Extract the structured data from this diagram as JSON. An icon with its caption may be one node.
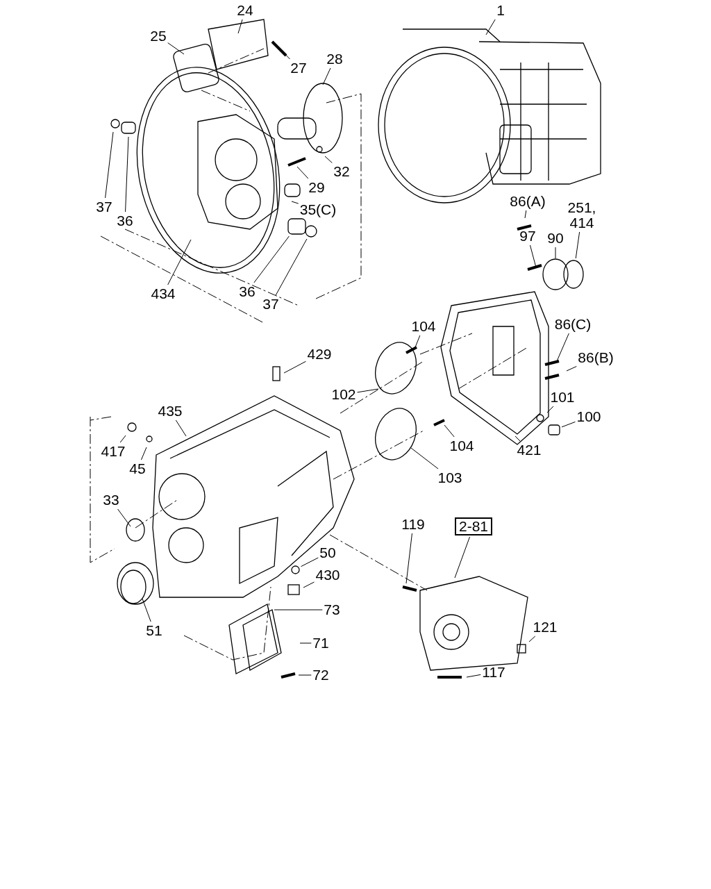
{
  "diagram": {
    "nodes": [
      {
        "text": [
          "1"
        ]
      },
      {
        "text": [
          "24"
        ]
      },
      {
        "text": [
          "25"
        ]
      },
      {
        "text": [
          "27"
        ]
      },
      {
        "text": [
          "28"
        ]
      },
      {
        "text": [
          "32"
        ]
      },
      {
        "text": [
          "29"
        ]
      },
      {
        "text": [
          "86(A)"
        ]
      },
      {
        "text": [
          "37"
        ]
      },
      {
        "text": [
          "35(C)"
        ]
      },
      {
        "text": [
          "251, 414"
        ]
      },
      {
        "text": [
          "36"
        ]
      },
      {
        "text": [
          "97"
        ]
      },
      {
        "text": [
          "90"
        ]
      },
      {
        "text": [
          "434"
        ]
      },
      {
        "text": [
          "36"
        ]
      },
      {
        "text": [
          "37"
        ]
      },
      {
        "text": [
          "104"
        ]
      },
      {
        "text": [
          "86(C)"
        ]
      },
      {
        "text": [
          "429"
        ]
      },
      {
        "text": [
          "86(B)"
        ]
      },
      {
        "text": [
          "102"
        ]
      },
      {
        "text": [
          "101"
        ]
      },
      {
        "text": [
          "435"
        ]
      },
      {
        "text": [
          "100"
        ]
      },
      {
        "text": [
          "417"
        ]
      },
      {
        "text": [
          "104"
        ]
      },
      {
        "text": [
          "421"
        ]
      },
      {
        "text": [
          "45"
        ]
      },
      {
        "text": [
          "103"
        ]
      },
      {
        "text": [
          "33"
        ]
      },
      {
        "text": [
          "119"
        ]
      },
      {
        "text": [
          "2-81"
        ]
      },
      {
        "text": [
          "50"
        ]
      },
      {
        "text": [
          "430"
        ]
      },
      {
        "text": [
          "73"
        ]
      },
      {
        "text": [
          "51"
        ]
      },
      {
        "text": [
          "121"
        ]
      },
      {
        "text": [
          "71"
        ]
      },
      {
        "text": [
          "72"
        ]
      },
      {
        "text": [
          "117"
        ]
      },
      {
        "text": [],
        "shape": "circle"
      },
      {
        "text": [],
        "shape": "box"
      },
      {
        "text": [],
        "shape": "box"
      },
      {
        "text": [],
        "shape": "circle"
      },
      {
        "text": [],
        "shape": "circle"
      }
    ],
    "edges": [
      {
        "from": 0,
        "to": null,
        "arrow": "none"
      },
      {
        "from": 1,
        "to": null,
        "arrow": "none"
      },
      {
        "from": 2,
        "to": null,
        "arrow": "none"
      },
      {
        "from": 3,
        "to": null,
        "arrow": "none"
      },
      {
        "from": 4,
        "to": null,
        "arrow": "none"
      },
      {
        "from": 5,
        "to": null,
        "arrow": "none"
      },
      {
        "from": 6,
        "to": null,
        "arrow": "none"
      },
      {
        "from": 7,
        "to": null,
        "arrow": "none"
      },
      {
        "from": 8,
        "to": null,
        "arrow": "none"
      },
      {
        "from": 9,
        "to": null,
        "arrow": "none"
      },
      {
        "from": 10,
        "to": 41,
        "arrow": "none"
      },
      {
        "from": 11,
        "to": null,
        "arrow": "none"
      },
      {
        "from": 12,
        "to": null,
        "arrow": "none"
      },
      {
        "from": 13,
        "to": null,
        "arrow": "none"
      },
      {
        "from": 14,
        "to": null,
        "arrow": "none"
      },
      {
        "from": 15,
        "to": 42,
        "arrow": "none"
      },
      {
        "from": 16,
        "to": 45,
        "arrow": "none"
      },
      {
        "from": 17,
        "to": null,
        "arrow": "none"
      },
      {
        "from": 18,
        "to": null,
        "arrow": "none"
      },
      {
        "from": 19,
        "to": null,
        "arrow": "none"
      },
      {
        "from": 20,
        "to": null,
        "arrow": "none"
      },
      {
        "from": 21,
        "to": null,
        "arrow": "none"
      },
      {
        "from": 22,
        "to": null,
        "arrow": "none"
      },
      {
        "from": 23,
        "to": null,
        "arrow": "none"
      },
      {
        "from": 24,
        "to": 43,
        "arrow": "none"
      },
      {
        "from": 25,
        "to": null,
        "arrow": "none"
      },
      {
        "from": 26,
        "to": null,
        "arrow": "none"
      },
      {
        "from": 27,
        "to": null,
        "arrow": "none"
      },
      {
        "from": 28,
        "to": null,
        "arrow": "none"
      },
      {
        "from": 29,
        "to": null,
        "arrow": "none"
      },
      {
        "from": 30,
        "to": null,
        "arrow": "none"
      },
      {
        "from": 31,
        "to": null,
        "arrow": "none"
      },
      {
        "from": 32,
        "to": null,
        "arrow": "none"
      },
      {
        "from": 33,
        "to": 44,
        "arrow": "none"
      },
      {
        "from": 34,
        "to": null,
        "arrow": "none"
      },
      {
        "from": 35,
        "to": null,
        "arrow": "none"
      },
      {
        "from": 36,
        "to": null,
        "arrow": "none"
      },
      {
        "from": 37,
        "to": null,
        "arrow": "none"
      },
      {
        "from": 38,
        "to": null,
        "arrow": "none"
      },
      {
        "from": 39,
        "to": null,
        "arrow": "none"
      },
      {
        "from": 40,
        "to": null,
        "arrow": "none"
      }
    ]
  }
}
